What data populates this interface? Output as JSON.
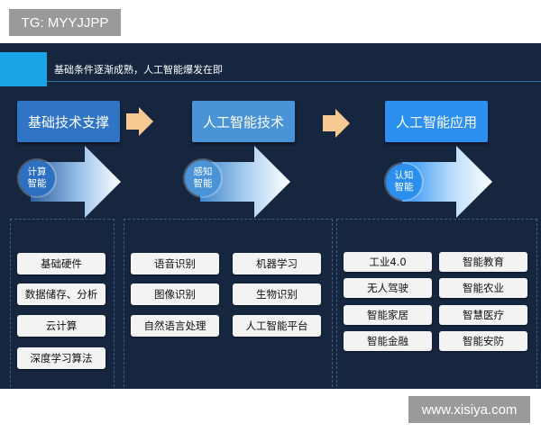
{
  "watermarks": {
    "top": "TG: MYYJJPP",
    "bottom": "www.xisiya.com"
  },
  "header": {
    "text": "基础条件逐渐成熟，人工智能爆发在即"
  },
  "stages": [
    {
      "title": "基础技术支撑",
      "circle": [
        "计算",
        "智能"
      ],
      "items": [
        "基础硬件",
        "数据储存、分析",
        "云计算",
        "深度学习算法"
      ]
    },
    {
      "title": "人工智能技术",
      "circle": [
        "感知",
        "智能"
      ],
      "items": [
        "语音识别",
        "机器学习",
        "图像识别",
        "生物识别",
        "自然语言处理",
        "人工智能平台"
      ]
    },
    {
      "title": "人工智能应用",
      "circle": [
        "认知",
        "智能"
      ],
      "items": [
        "工业4.0",
        "智能教育",
        "无人驾驶",
        "智能农业",
        "智能家居",
        "智慧医疗",
        "智能金融",
        "智能安防"
      ]
    }
  ],
  "colors": {
    "background": "#16263f",
    "accent": "#1aa3e6",
    "item_bg": "#f3f3f3"
  }
}
